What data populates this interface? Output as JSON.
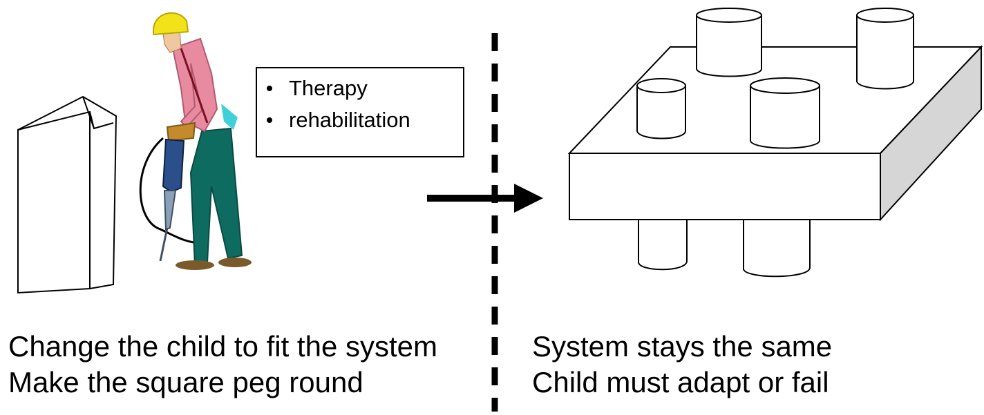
{
  "therapy_box": {
    "items": [
      {
        "label": "Therapy"
      },
      {
        "label": "rehabilitation"
      }
    ]
  },
  "left_caption": {
    "line1": "Change the child to fit the system",
    "line2": "Make the square peg round"
  },
  "right_caption": {
    "line1": "System stays the same",
    "line2": "Child must adapt or fail"
  },
  "colors": {
    "shirt": "#e88aa0",
    "trousers": "#0e6b60",
    "helmet": "#f2e21a",
    "drill_body": "#2b4f8a",
    "drill_handle": "#c48a2c",
    "block_side": "#d6d6d6"
  }
}
